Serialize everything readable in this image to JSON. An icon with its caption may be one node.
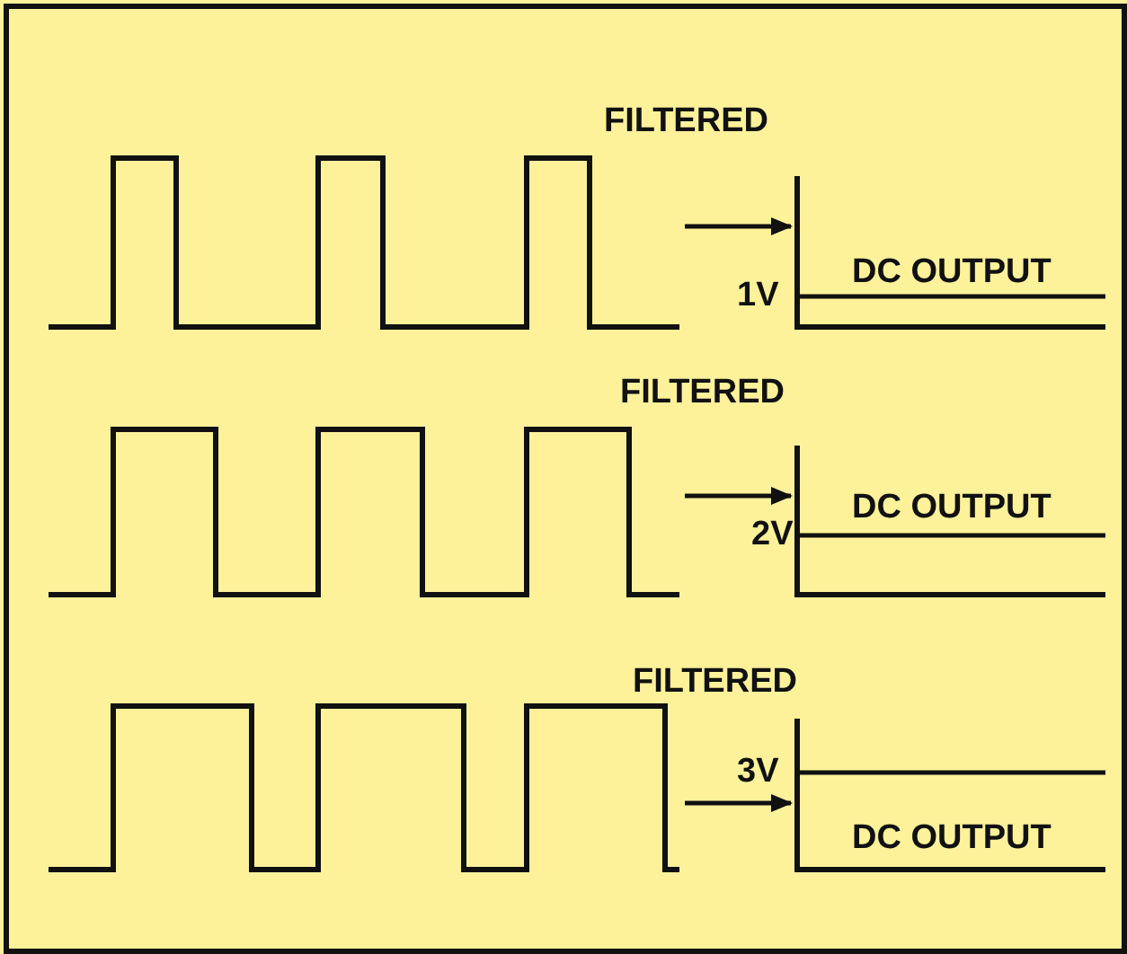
{
  "diagram": {
    "nodes": [
      {
        "text": [],
        "shape": "picture"
      },
      {
        "text": [
          "DC OUTPUT"
        ],
        "beside": [
          "1V"
        ]
      },
      {
        "text": [],
        "shape": "picture"
      },
      {
        "text": [
          "DC OUTPUT"
        ],
        "beside": [
          "2V"
        ]
      },
      {
        "text": [],
        "shape": "picture"
      },
      {
        "text": [
          "DC OUTPUT"
        ],
        "beside": [
          "3V"
        ]
      }
    ],
    "edges": [
      {
        "from": 0,
        "to": 1,
        "arrow": "to",
        "label": "FILTERED"
      },
      {
        "from": 2,
        "to": 3,
        "arrow": "to",
        "label": "FILTERED"
      },
      {
        "from": 4,
        "to": 5,
        "arrow": "to",
        "label": "FILTERED"
      }
    ]
  }
}
